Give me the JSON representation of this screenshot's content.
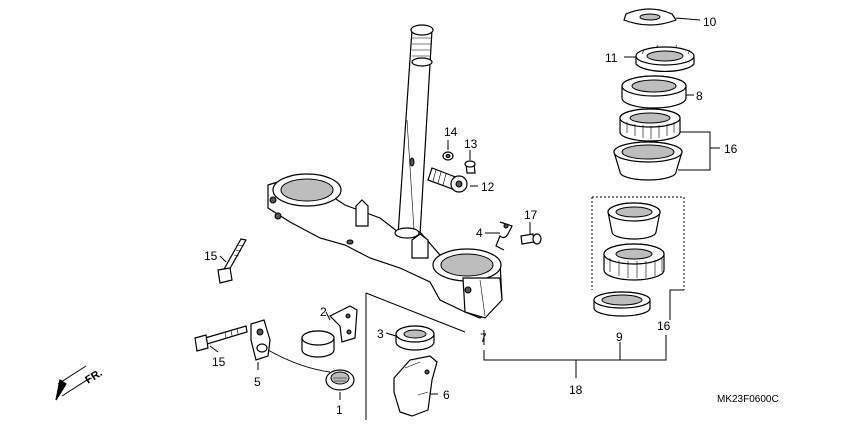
{
  "diagram": {
    "labels": {
      "p1": "1",
      "p2": "2",
      "p3": "3",
      "p4": "4",
      "p5": "5",
      "p6": "6",
      "p7": "7",
      "p8": "8",
      "p9": "9",
      "p10": "10",
      "p11": "11",
      "p12": "12",
      "p13": "13",
      "p14": "14",
      "p15a": "15",
      "p15b": "15",
      "p16a": "16",
      "p16b": "16",
      "p17": "17",
      "p18": "18"
    },
    "direction_label": "FR.",
    "figure_code": "MK23F0600C"
  }
}
